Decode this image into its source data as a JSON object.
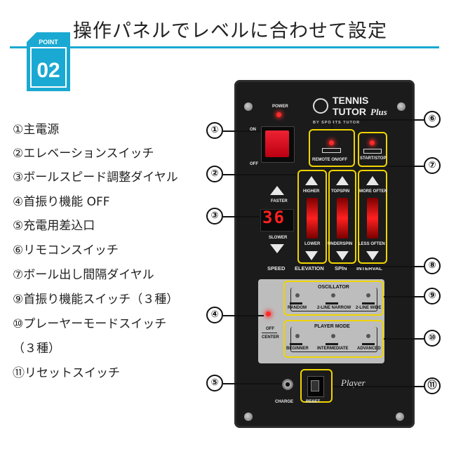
{
  "title": "操作パネルでレベルに合わせて設定",
  "badge": {
    "label": "POINT",
    "number": "02"
  },
  "legend": [
    "①主電源",
    "②エレベーションスイッチ",
    "③ボールスピード調整ダイヤル",
    "④首振り機能 OFF",
    "⑤充電用差込口",
    "⑥リモコンスイッチ",
    "⑦ボール出し間隔ダイヤル",
    "⑨首振り機能スイッチ（３種）",
    "⑩プレーヤーモードスイッチ",
    "（３種）",
    "⑪リセットスイッチ"
  ],
  "device": {
    "brand_line1": "TENNIS",
    "brand_line2": "TUTOR",
    "brand_plus": "Plus",
    "brand_by": "BY SPORTS TUTOR",
    "power": {
      "label": "POWER",
      "on": "ON",
      "off": "OFF"
    },
    "speed": {
      "faster": "FASTER",
      "display": "36",
      "slower": "SLOWER",
      "label": "SPEED"
    },
    "elevation": {
      "top": "HIGHER",
      "bottom": "LOWER",
      "label": "ELEVATION"
    },
    "spin": {
      "top": "TOPSPIN",
      "bottom": "UNDERSPIN",
      "label": "SPIN"
    },
    "interval": {
      "top": "MORE OFTEN",
      "bottom": "LESS OFTEN",
      "label": "INTERVAL"
    },
    "remote": {
      "label": "REMOTE ON/OFF"
    },
    "start_stop": {
      "label": "START/STOP"
    },
    "oscillator": {
      "title": "OSCILLATOR",
      "options": [
        "RANDOM",
        "2-LINE NARROW",
        "2-LINE WIDE"
      ]
    },
    "player_mode": {
      "title": "PLAYER MODE",
      "options": [
        "BEGINNER",
        "INTERMEDIATE",
        "ADVANCED"
      ]
    },
    "center": {
      "off": "OFF",
      "center": "CENTER"
    },
    "charge": "CHARGE",
    "reset": "RESET",
    "player_script": "Player"
  },
  "callouts": [
    "①",
    "②",
    "③",
    "④",
    "⑤",
    "⑥",
    "⑦",
    "⑧",
    "⑨",
    "⑩",
    "⑪"
  ],
  "colors": {
    "accent": "#1aa9d2",
    "highlight": "#f0d400",
    "led": "#ff2a2a",
    "panel": "#1b1b1b"
  }
}
